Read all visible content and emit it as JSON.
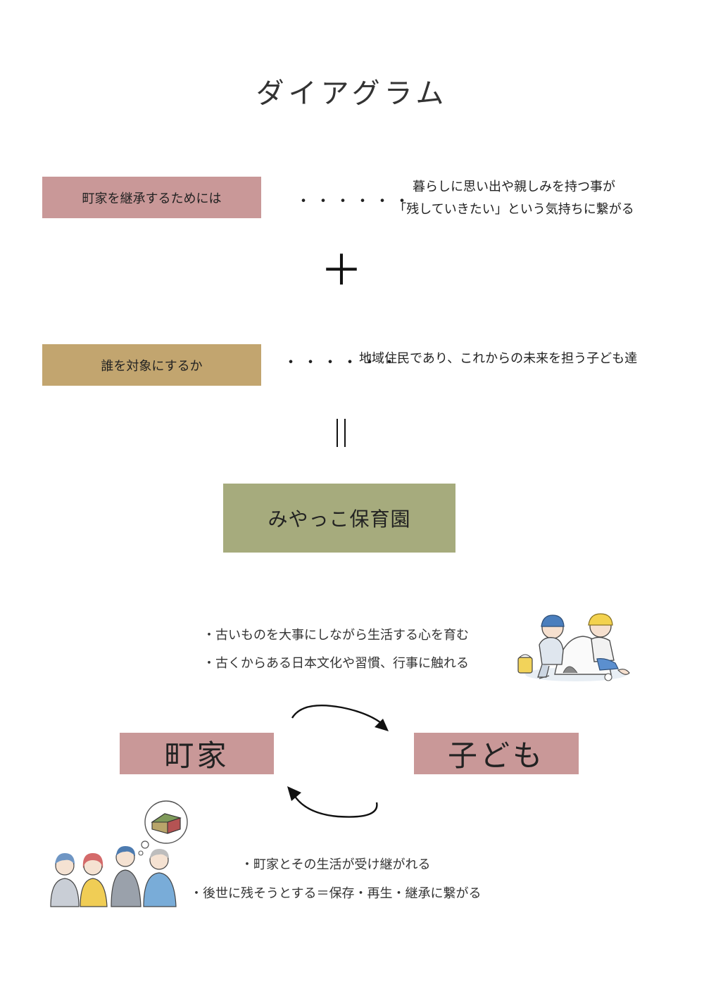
{
  "title": "ダイアグラム",
  "row1": {
    "label": "町家を継承するためには",
    "dots": "・・・・・・",
    "desc_line1": "暮らしに思い出や親しみを持つ事が",
    "desc_line2": "「残していきたい」という気持ちに繋がる"
  },
  "plus": "＋",
  "row2": {
    "label": "誰を対象にするか",
    "dots": "・・・・・・",
    "desc": "地域住民であり、これからの未来を担う子ども達"
  },
  "equals": "||",
  "result": "みやっこ保育園",
  "child_bullets": [
    "・古いものを大事にしながら生活する心を育む",
    "・古くからある日本文化や習慣、行事に触れる"
  ],
  "cycle": {
    "left": "町家",
    "right": "子ども"
  },
  "house_bullets": [
    "・町家とその生活が受け継がれる",
    "・後世に残そうとする＝保存・再生・継承に繋がる"
  ],
  "colors": {
    "pink": "#c99898",
    "gold": "#c2a56f",
    "olive": "#a6ab7d"
  }
}
